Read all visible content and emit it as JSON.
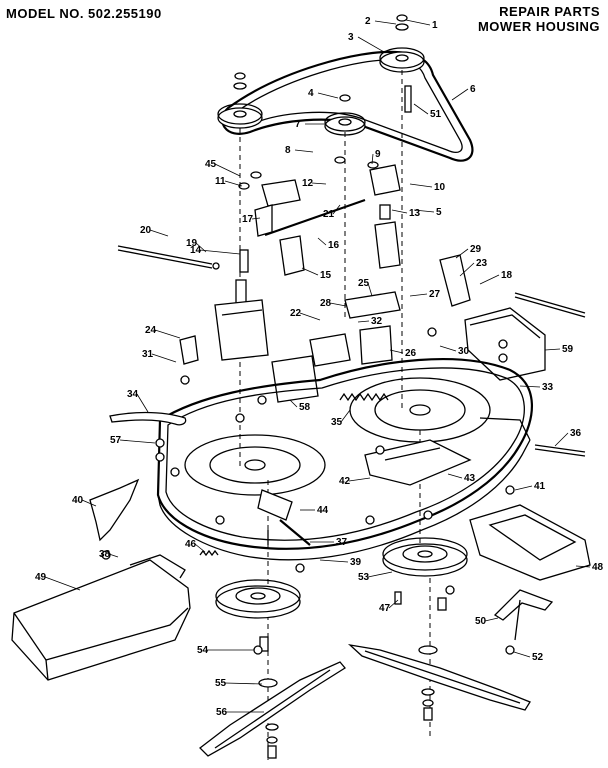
{
  "header": {
    "model": "MODEL NO. 502.255190",
    "title_line1": "REPAIR PARTS",
    "title_line2": "MOWER HOUSING"
  },
  "callouts": [
    "1",
    "2",
    "3",
    "6",
    "51",
    "4",
    "7",
    "8",
    "9",
    "45",
    "11",
    "12",
    "10",
    "5",
    "21",
    "13",
    "17",
    "16",
    "14",
    "15",
    "20",
    "19",
    "29",
    "23",
    "18",
    "27",
    "28",
    "25",
    "32",
    "26",
    "22",
    "24",
    "31",
    "30",
    "59",
    "33",
    "35",
    "34",
    "58",
    "36",
    "57",
    "40",
    "41",
    "44",
    "42",
    "43",
    "37",
    "39",
    "38",
    "46",
    "49",
    "48",
    "47",
    "50",
    "52",
    "53",
    "54",
    "55",
    "56"
  ]
}
